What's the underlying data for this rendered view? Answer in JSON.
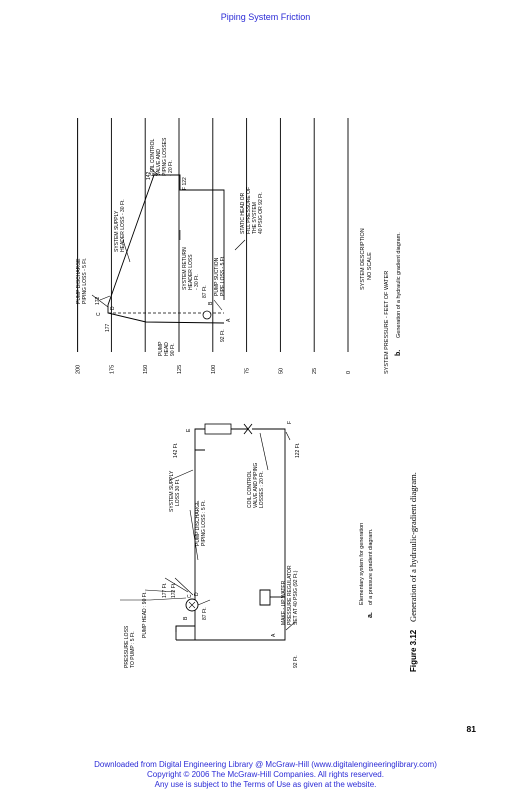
{
  "header": {
    "title": "Piping System Friction"
  },
  "page_number": "81",
  "footer": {
    "line1": "Downloaded from Digital Engineering Library @ McGraw-Hill (www.digitalengineeringlibrary.com)",
    "line2": "Copyright © 2006 The McGraw-Hill Companies. All rights reserved.",
    "line3": "Any use is subject to the Terms of Use as given at the website."
  },
  "figure": {
    "caption_label": "Figure 3.12",
    "caption_text": "Generation of a hydraulic-gradient diagram."
  },
  "diagram_a": {
    "sublabel": "a.",
    "description_line1": "Elementary system for generation",
    "description_line2": "of a pressure gradient diagram.",
    "labels": {
      "pressure_loss_1": "PRESSURE LOSS",
      "pressure_loss_2": "TO PUMP : 5 Ft.",
      "pump_head": "PUMP HEAD : 90 Ft.",
      "p177": "177 Ft.",
      "p172": "172 Ft.",
      "p87": "87 Ft.",
      "p92": "92 Ft.",
      "p142": "142 Ft.",
      "p122": "122 Ft.",
      "supply_1": "SYSTEM SUPPLY",
      "supply_2": "LOSS 30 Ft.",
      "discharge_1": "PUMP DISCHARGE",
      "discharge_2": "PIPING LOSS : 5 Ft.",
      "coil_1": "COIL CONTROL",
      "coil_2": "VALVE AND PIPING",
      "coil_3": "LOSSES : 20 Ft.",
      "makeup_1": "MAKE - UP WATER",
      "makeup_2": "PRESSURE REGULATOR",
      "makeup_3": "SET AT 40 PSIG (92 Ft.)",
      "point_a": "A",
      "point_b": "B",
      "point_c": "C",
      "point_d": "D",
      "point_e": "E",
      "point_f": "F"
    }
  },
  "diagram_b": {
    "sublabel": "b.",
    "caption": "Generation of a hydraulic gradient diagram.",
    "axis_label": "SYSTEM PRESSURE - FEET OF WATER",
    "ticks": [
      "0",
      "25",
      "50",
      "75",
      "100",
      "125",
      "150",
      "175",
      "200"
    ],
    "xaxis_line1": "SYSTEM DESCRIPTION",
    "xaxis_line2": "NO SCALE",
    "labels": {
      "discharge_1": "PUMP DISCHARGE",
      "discharge_2": "PIPING LOSS - 5 Ft.",
      "supply_1": "SYSTEM SUPPLY",
      "supply_2": "HEADER LOSS - 30 Ft.",
      "coil_1": "COIL CONTROL",
      "coil_2": "VALVE AND",
      "coil_3": "PIPING LOSSES",
      "coil_4": "- 20 Ft.",
      "return_1": "SYSTEM RETURN",
      "return_2": "HEADER LOSS",
      "return_3": "- 30 Ft.",
      "static_1": "STATIC HEAD OR",
      "static_2": "FILL PRESSURE OF",
      "static_3": "THE SYSTEM",
      "static_4": "40 PSIG OR 92 Ft.",
      "suction_1": "PUMP SUCTION",
      "suction_2": "PIPE LOSS - 5 Ft.",
      "pump_head_1": "PUMP",
      "pump_head_2": "HEAD",
      "pump_head_3": "90 Ft.",
      "v177": "177",
      "v172": "172",
      "v142": "142",
      "v122": "F 122",
      "v87": "87 Ft.",
      "v92": "92 Ft.",
      "point_a": "A",
      "point_b": "B",
      "point_c": "C",
      "point_d": "D",
      "point_e": "E"
    }
  }
}
